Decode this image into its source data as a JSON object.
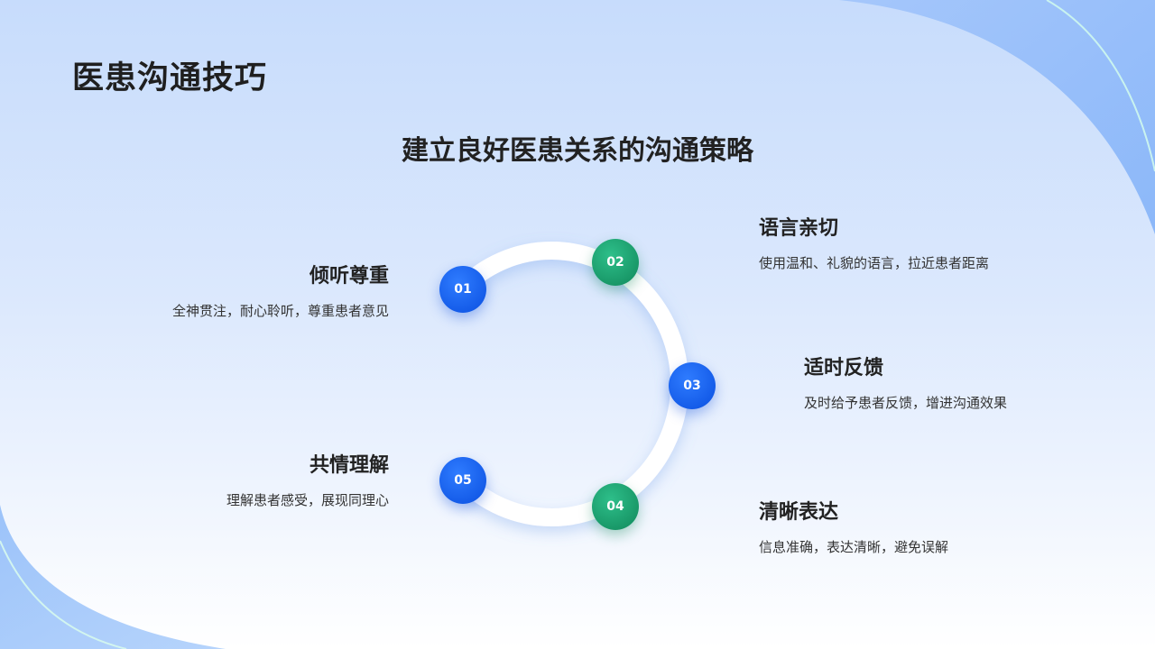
{
  "title": "医患沟通技巧",
  "subtitle": "建立良好医患关系的沟通策略",
  "steps": [
    {
      "num": "01",
      "title": "倾听尊重",
      "desc": "全神贯注，耐心聆听，尊重患者意见",
      "color": "blue"
    },
    {
      "num": "02",
      "title": "语言亲切",
      "desc": "使用温和、礼貌的语言，拉近患者距离",
      "color": "green"
    },
    {
      "num": "03",
      "title": "适时反馈",
      "desc": "及时给予患者反馈，增进沟通效果",
      "color": "blue"
    },
    {
      "num": "04",
      "title": "清晰表达",
      "desc": "信息准确，表达清晰，避免误解",
      "color": "green"
    },
    {
      "num": "05",
      "title": "共情理解",
      "desc": "理解患者感受，展现同理心",
      "color": "blue"
    }
  ],
  "colors": {
    "blue": "#0a4fe0",
    "green": "#10885a",
    "ring": "#ffffff"
  }
}
